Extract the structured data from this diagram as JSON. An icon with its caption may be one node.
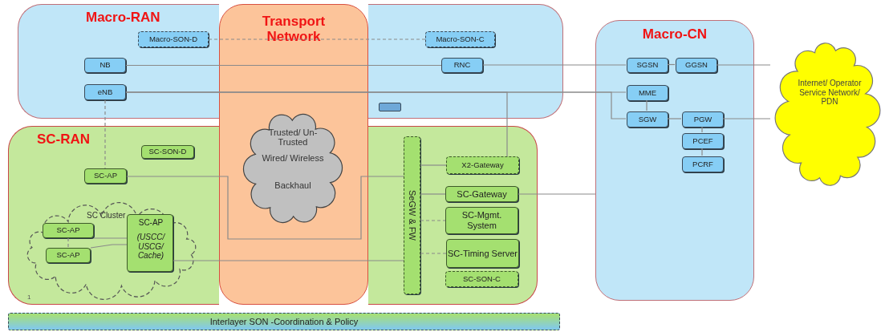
{
  "diagram": {
    "nodes": [
      {
        "text": [
          "Macro-RAN"
        ]
      },
      {
        "text": [
          "Macro-SON-D"
        ],
        "in": 0
      },
      {
        "text": [
          "Macro-SON-C"
        ],
        "in": 0
      },
      {
        "text": [
          "NB"
        ],
        "in": 0
      },
      {
        "text": [
          "RNC"
        ],
        "in": 0
      },
      {
        "text": [
          "eNB"
        ],
        "in": 0
      },
      {
        "text": [],
        "shape": "box",
        "in": 0
      },
      {
        "text": [
          "SC-RAN"
        ]
      },
      {
        "text": [
          "SC-SON-D"
        ],
        "in": 7
      },
      {
        "text": [
          "SC-AP"
        ],
        "in": 7
      },
      {
        "text": [
          "SC Cluster"
        ],
        "in": 7
      },
      {
        "text": [
          "SC-AP"
        ],
        "in": 10
      },
      {
        "text": [
          "SC-AP"
        ],
        "in": 10
      },
      {
        "text": [
          "SC-AP",
          "(USCC/ USCG/ Cache)"
        ],
        "in": 10
      },
      {
        "text": [
          "SeGW & FW"
        ],
        "in": 7
      },
      {
        "text": [
          "X2-Gateway"
        ],
        "in": 7
      },
      {
        "text": [
          "SC-Gateway"
        ],
        "in": 7
      },
      {
        "text": [
          "SC-Mgmt. System"
        ],
        "in": 7
      },
      {
        "text": [
          "SC-Timing Server"
        ],
        "in": 7
      },
      {
        "text": [
          "SC-SON-C"
        ],
        "in": 7
      },
      {
        "text": [
          "Transport Network"
        ]
      },
      {
        "text": [
          "Trusted/ Un-Trusted",
          "Wired/ Wireless",
          "Backhaul"
        ],
        "in": 20
      },
      {
        "text": [
          "Macro-CN"
        ]
      },
      {
        "text": [
          "SGSN"
        ],
        "in": 22
      },
      {
        "text": [
          "GGSN"
        ],
        "in": 22
      },
      {
        "text": [
          "MME"
        ],
        "in": 22
      },
      {
        "text": [
          "SGW"
        ],
        "in": 22
      },
      {
        "text": [
          "PGW"
        ],
        "in": 22
      },
      {
        "text": [
          "PCEF"
        ],
        "in": 22
      },
      {
        "text": [
          "PCRF"
        ],
        "in": 22
      },
      {
        "text": [
          "Internet/ Operator Service Network/ PDN"
        ]
      },
      {
        "text": [
          "Interlayer SON -Coordination & Policy"
        ]
      }
    ],
    "edges": [
      {
        "from": 1,
        "to": 2,
        "arrow": "none",
        "style": "dashed"
      },
      {
        "from": 3,
        "to": 4,
        "arrow": "none"
      },
      {
        "from": 4,
        "to": 23,
        "arrow": "none"
      },
      {
        "from": 23,
        "to": 24,
        "arrow": "none"
      },
      {
        "from": 24,
        "to": 30,
        "arrow": "none"
      },
      {
        "from": 5,
        "to": 25,
        "arrow": "none"
      },
      {
        "from": 5,
        "to": 26,
        "arrow": "none"
      },
      {
        "from": 15,
        "to": 5,
        "arrow": "none"
      },
      {
        "from": 25,
        "to": 26,
        "arrow": "none"
      },
      {
        "from": 26,
        "to": 27,
        "arrow": "none"
      },
      {
        "from": 27,
        "to": 28,
        "arrow": "none"
      },
      {
        "from": 28,
        "to": 29,
        "arrow": "none"
      },
      {
        "from": 27,
        "to": 30,
        "arrow": "none"
      },
      {
        "from": 5,
        "to": 9,
        "arrow": "none",
        "style": "dashed"
      },
      {
        "from": 9,
        "to": 14,
        "arrow": "none"
      },
      {
        "from": 14,
        "to": 15,
        "arrow": "none"
      },
      {
        "from": 14,
        "to": 16,
        "arrow": "none"
      },
      {
        "from": 14,
        "to": 17,
        "arrow": "none",
        "style": "dashed"
      },
      {
        "from": 14,
        "to": 18,
        "arrow": "none",
        "style": "dashed"
      },
      {
        "from": 16,
        "to": 22,
        "arrow": "none"
      },
      {
        "from": 11,
        "to": 13,
        "arrow": "none"
      },
      {
        "from": 12,
        "to": 13,
        "arrow": "none"
      },
      {
        "from": 11,
        "to": 12,
        "arrow": "none",
        "style": "dashed"
      },
      {
        "from": 13,
        "to": 14,
        "arrow": "none"
      }
    ],
    "labels": [
      "1"
    ]
  }
}
